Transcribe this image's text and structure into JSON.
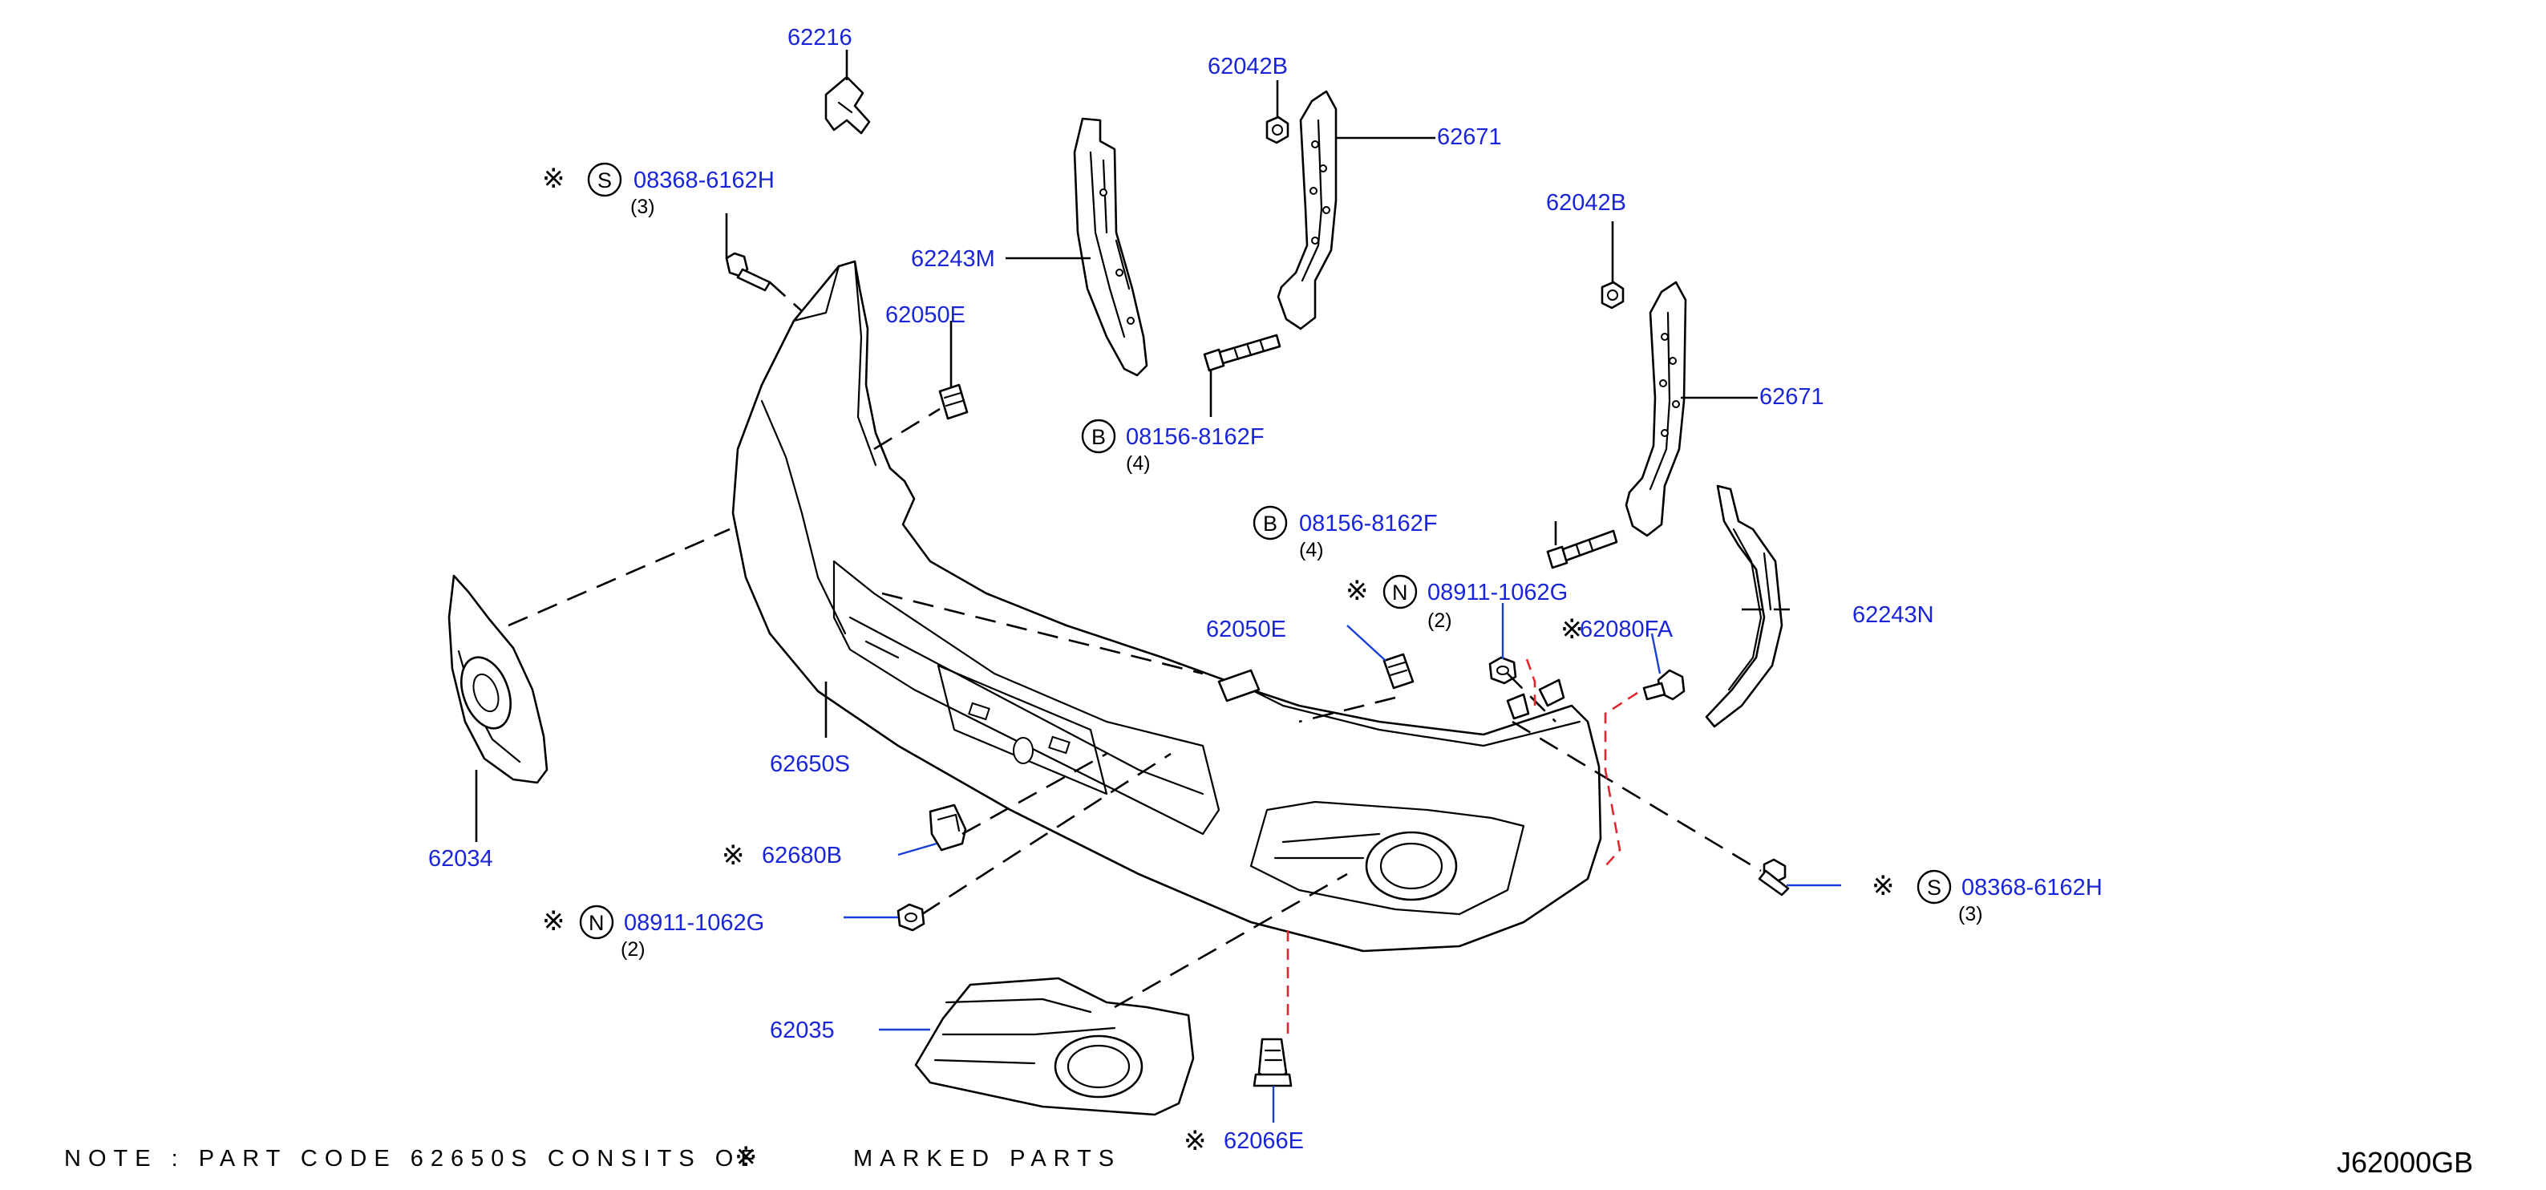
{
  "callouts": {
    "p62216": "62216",
    "p62042b_1": "62042B",
    "p62671_1": "62671",
    "p62042b_2": "62042B",
    "p62671_2": "62671",
    "p62243m": "62243M",
    "p62050e": "62050E",
    "p08156_1": "08156-8162F",
    "p08156_1_qty": "(4)",
    "p08156_2": "08156-8162F",
    "p08156_2_qty": "(4)",
    "p08368_1": "08368-6162H",
    "p08368_1_qty": "(3)",
    "p08368_2": "08368-6162H",
    "p08368_2_qty": "(3)",
    "p08911_1": "08911-1062G",
    "p08911_1_qty": "(2)",
    "p08911_2": "08911-1062G",
    "p08911_2_qty": "(2)",
    "p62050e_2": "62050E",
    "p62080_fa": "62080FA",
    "p62243n": "62243N",
    "p62650s": "62650S",
    "p62034": "62034",
    "p62680b": "62680B",
    "p62035": "62035",
    "p62066e": "62066E"
  },
  "symbols": {
    "marker": "※",
    "s": "S",
    "b": "B",
    "n": "N"
  },
  "note": {
    "text_before": "NOTE : PART CODE 62650S CONSITS OF",
    "text_after": "MARKED PARTS"
  },
  "diagram_code": "J62000GB",
  "colors": {
    "part_number": "#1a25d9",
    "line": "#000000",
    "clip_path_red": "#e3262e"
  }
}
